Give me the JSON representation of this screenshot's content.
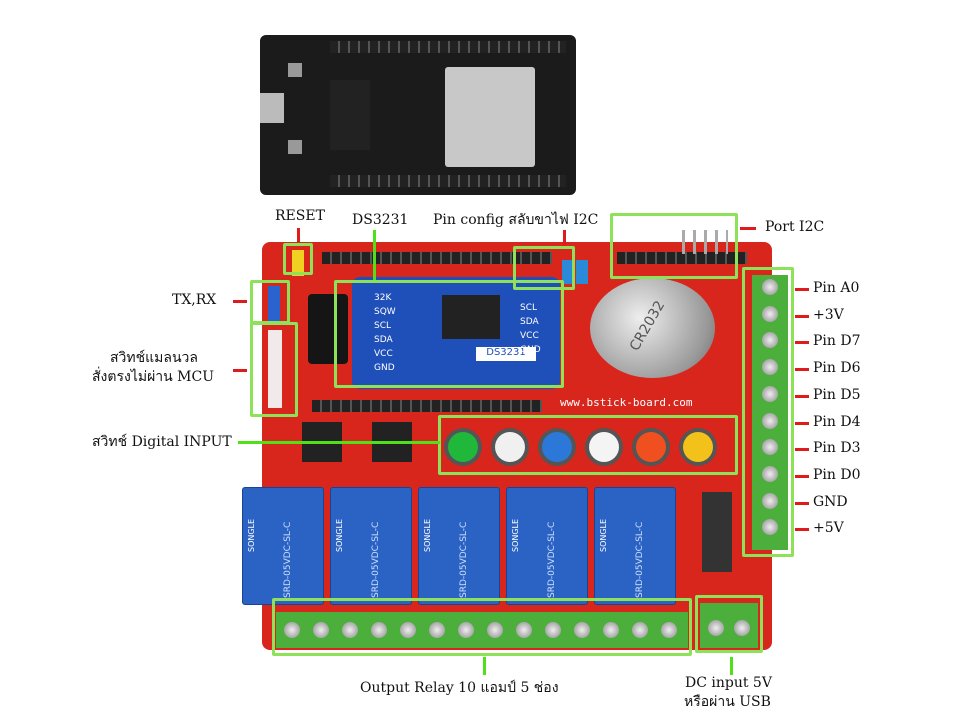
{
  "labels": {
    "reset": "RESET",
    "ds3231": "DS3231",
    "pin_config": "Pin config สลับขาไฟ I2C",
    "port_i2c": "Port I2C",
    "txrx": "TX,RX",
    "manual_switch_line1": "สวิทช์แมลนวล",
    "manual_switch_line2": "สั่งตรงไม่ผ่าน MCU",
    "digital_input": "สวิทช์ Digital INPUT",
    "output_relay": "Output Relay 10 แอมป์ 5 ช่อง",
    "dc_input_line1": "DC input 5V",
    "dc_input_line2": "หรือผ่าน USB"
  },
  "terminal_pins": [
    "Pin A0",
    "+3V",
    "Pin D7",
    "Pin D6",
    "Pin D5",
    "Pin D4",
    "Pin D3",
    "Pin D0",
    "GND",
    "+5V"
  ],
  "board_text": {
    "url": "www.bstick-board.com",
    "ds_module_label": "DS3231",
    "ds_left_pins": [
      "32K",
      "SQW",
      "SCL",
      "SDA",
      "VCC",
      "GND"
    ],
    "ds_right_pins": [
      "SCL",
      "SDA",
      "VCC",
      "GND"
    ],
    "coin_cell": "CR2032",
    "relay_text": "SRD-05VDC-SL-C",
    "relay_brand": "SONGLE"
  },
  "button_colors": [
    "#1fb83a",
    "#f0f0f0",
    "#2b78d8",
    "#f4f4f4",
    "#f05020",
    "#f2c21a"
  ],
  "colors": {
    "annotation_box": "#8ee25a",
    "annotation_tick": "#e01b1b",
    "board": "#d8261d"
  }
}
